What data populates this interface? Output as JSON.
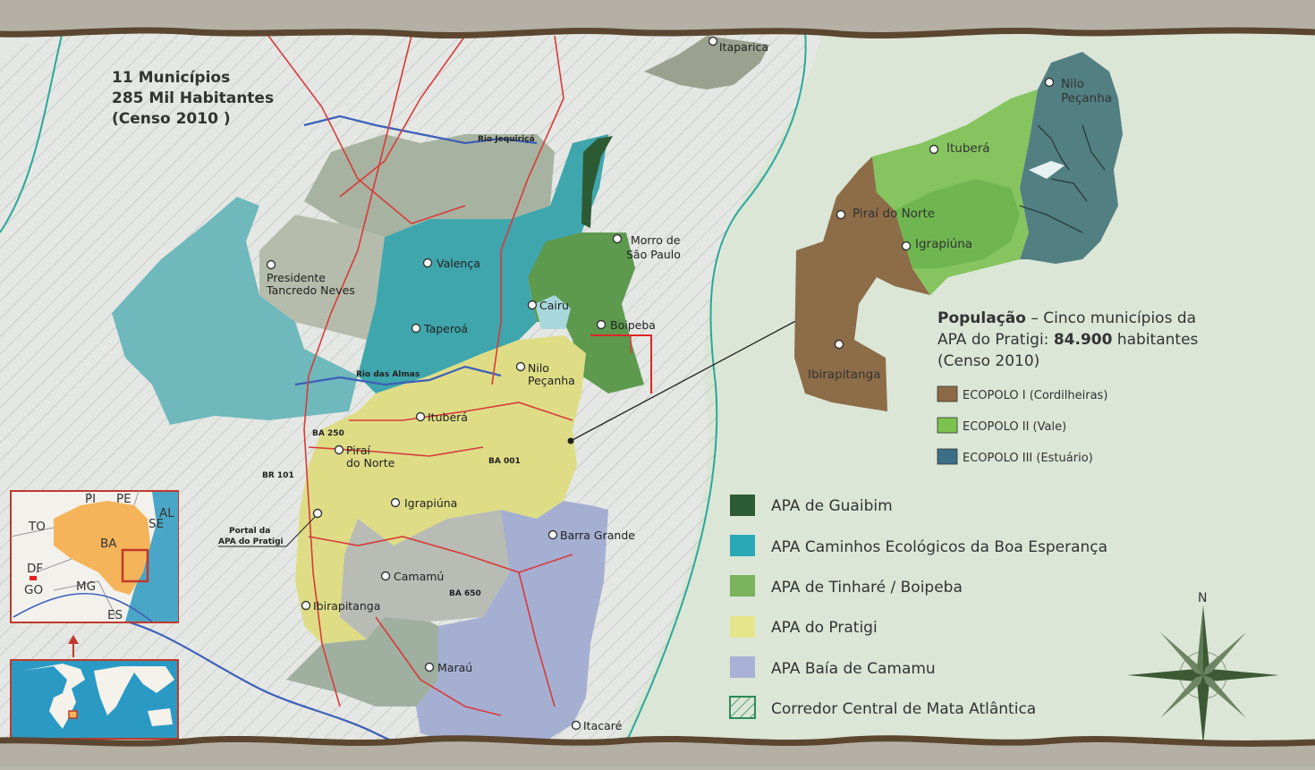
{
  "summary": {
    "line1": "11 Municípios",
    "line2": "285 Mil Habitantes",
    "line3": "(Censo 2010 )"
  },
  "labels": {
    "itaparica": "Itaparica",
    "rio_jequirica": "Rio Jequiriçá",
    "rio_das_almas": "Rio das Almas",
    "morro_1": "Morro de",
    "morro_2": "São Paulo",
    "presidente_1": "Presidente",
    "presidente_2": "Tancredo Neves",
    "valenca": "Valença",
    "cairu": "Cairu",
    "taperoa": "Taperoá",
    "boipeba": "Boipeba",
    "nilo_1": "Nilo",
    "nilo_2": "Peçanha",
    "itubera": "Ituberá",
    "pirai_1": "Piraí",
    "pirai_2": "do Norte",
    "igrapiuna": "Igrapiúna",
    "barra_grande": "Barra Grande",
    "camamu": "Camamú",
    "ibirapitanga": "Ibirapitanga",
    "marau": "Maraú",
    "itacare": "Itacaré",
    "ba250": "BA 250",
    "br101": "BR 101",
    "ba001": "BA 001",
    "ba650": "BA 650",
    "portal_1": "Portal da",
    "portal_2": "APA do Pratigi"
  },
  "locator": {
    "pi": "PI",
    "pe": "PE",
    "al": "AL",
    "se": "SE",
    "to": "TO",
    "ba": "BA",
    "df": "DF",
    "go": "GO",
    "mg": "MG",
    "es": "ES"
  },
  "inset": {
    "nilo_1": "Nilo",
    "nilo_2": "Peçanha",
    "itubera": "Ituberá",
    "pirai": "Piraí do Norte",
    "igrapiuna": "Igrapiúna",
    "ibirapitanga": "Ibirapitanga"
  },
  "population": {
    "bold_label": "População",
    "line1_rest": " – Cinco municípios da",
    "line2_prefix": "APA do Pratigi: ",
    "line2_bold": "84.900",
    "line2_suffix": " habitantes",
    "line3": "(Censo 2010)"
  },
  "ecopolos": [
    {
      "label": "ECOPOLO I (Cordilheiras)",
      "color": "#8b6a45"
    },
    {
      "label": "ECOPOLO II (Vale)",
      "color": "#7cc24e"
    },
    {
      "label": "ECOPOLO III (Estuário)",
      "color": "#3b6f86"
    }
  ],
  "legend": [
    {
      "label": "APA de Guaibim",
      "color": "#2c5a33"
    },
    {
      "label": "APA Caminhos Ecológicos da Boa Esperança",
      "color": "#2aa8b5"
    },
    {
      "label": "APA de Tinharé / Boipeba",
      "color": "#7ab35e"
    },
    {
      "label": "APA do Pratigi",
      "color": "#e6e58c"
    },
    {
      "label": "APA Baía de Camamu",
      "color": "#a9b2d6"
    },
    {
      "label": "Corredor Central de Mata Atlântica",
      "color": "#2e8b57"
    }
  ],
  "compass": {
    "north": "N"
  }
}
